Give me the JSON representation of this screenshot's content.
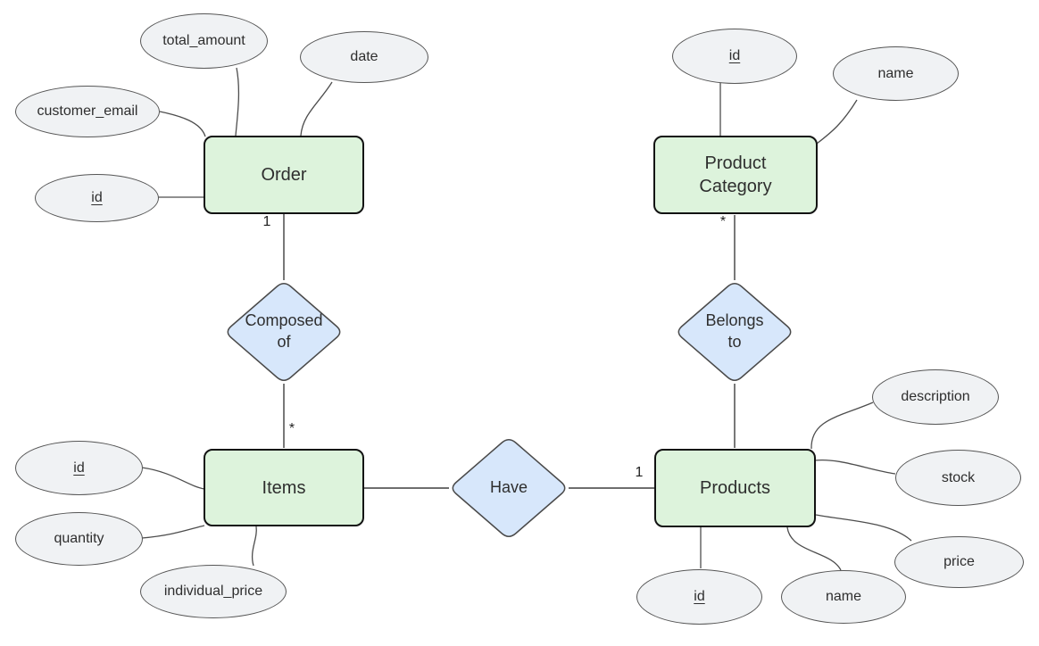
{
  "diagram": {
    "kind": "entity-relationship",
    "colors": {
      "entity_fill": "#ddf3dc",
      "entity_border": "#121212",
      "relationship_fill": "#d7e7fb",
      "relationship_border": "#4a4a4a",
      "attribute_fill": "#f0f2f4",
      "attribute_border": "#565656",
      "connector": "#4d4d4d",
      "text": "#2e2e2e"
    }
  },
  "entities": [
    {
      "label": "Order"
    },
    {
      "label": "Product Category"
    },
    {
      "label": "Items"
    },
    {
      "label": "Products"
    }
  ],
  "relationships": [
    {
      "label": "Composed of",
      "between": [
        "Order",
        "Items"
      ]
    },
    {
      "label": "Belongs to",
      "between": [
        "Products",
        "Product Category"
      ]
    },
    {
      "label": "Have",
      "between": [
        "Items",
        "Products"
      ]
    }
  ],
  "attributes": {
    "order": [
      {
        "label": "total_amount",
        "primary_key": false
      },
      {
        "label": "date",
        "primary_key": false
      },
      {
        "label": "customer_email",
        "primary_key": false
      },
      {
        "label": "id",
        "primary_key": true
      }
    ],
    "product_category": [
      {
        "label": "id",
        "primary_key": true
      },
      {
        "label": "name",
        "primary_key": false
      }
    ],
    "items": [
      {
        "label": "id",
        "primary_key": true
      },
      {
        "label": "quantity",
        "primary_key": false
      },
      {
        "label": "individual_price",
        "primary_key": false
      }
    ],
    "products": [
      {
        "label": "description",
        "primary_key": false
      },
      {
        "label": "stock",
        "primary_key": false
      },
      {
        "label": "price",
        "primary_key": false
      },
      {
        "label": "name",
        "primary_key": false
      },
      {
        "label": "id",
        "primary_key": true
      }
    ]
  },
  "cardinalities": [
    {
      "label": "1",
      "edge": "Order - Composed of"
    },
    {
      "label": "*",
      "edge": "Composed of - Items"
    },
    {
      "label": "*",
      "edge": "Product Category - Belongs to"
    },
    {
      "label": "1",
      "edge": "Have - Products"
    }
  ]
}
